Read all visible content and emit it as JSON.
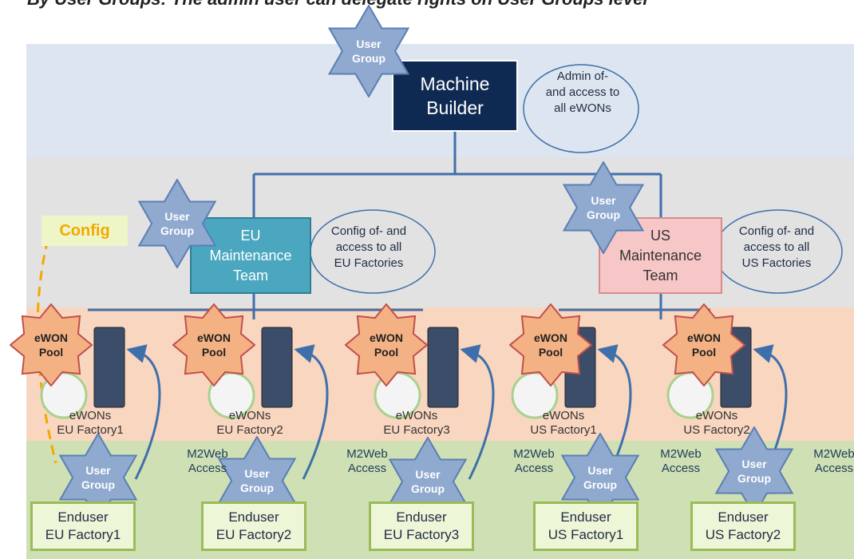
{
  "caption": "By User Groups: The admin user can delegate rights on User Groups level",
  "machine_builder": {
    "label": "Machine\nBuilder",
    "note": "Admin of-\nand access to\nall eWONs"
  },
  "eu_team": {
    "label": "EU\nMaintenance\nTeam",
    "note": "Config of- and\naccess to all\nEU Factories"
  },
  "us_team": {
    "label": "US\nMaintenance\nTeam",
    "note": "Config of- and\naccess to all\nUS Factories"
  },
  "config_label": "Config",
  "user_group_label": "User\nGroup",
  "ewon_pool_label": "eWON\nPool",
  "m2web_label": "M2Web\nAccess",
  "factories": [
    {
      "ewons": "eWONs\nEU Factory1",
      "enduser": "Enduser\nEU Factory1"
    },
    {
      "ewons": "eWONs\nEU Factory2",
      "enduser": "Enduser\nEU Factory2"
    },
    {
      "ewons": "eWONs\nEU Factory3",
      "enduser": "Enduser\nEU Factory3"
    },
    {
      "ewons": "eWONs\nUS Factory1",
      "enduser": "Enduser\nUS Factory1"
    },
    {
      "ewons": "eWONs\nUS Factory2",
      "enduser": "Enduser\nUS Factory2"
    }
  ],
  "colors": {
    "band_top": "#dde6f0",
    "band_mid": "#e2e2e2",
    "band_orange": "#f9d6c0",
    "band_green": "#cfe0b4",
    "machine_builder": "#0f2a52",
    "eu_team": "#4aa7bf",
    "us_team": "#f7c6c6",
    "user_group_star": "#8fa9cf",
    "ewon_pool_star": "#f4b183",
    "config": "#f2a900"
  }
}
